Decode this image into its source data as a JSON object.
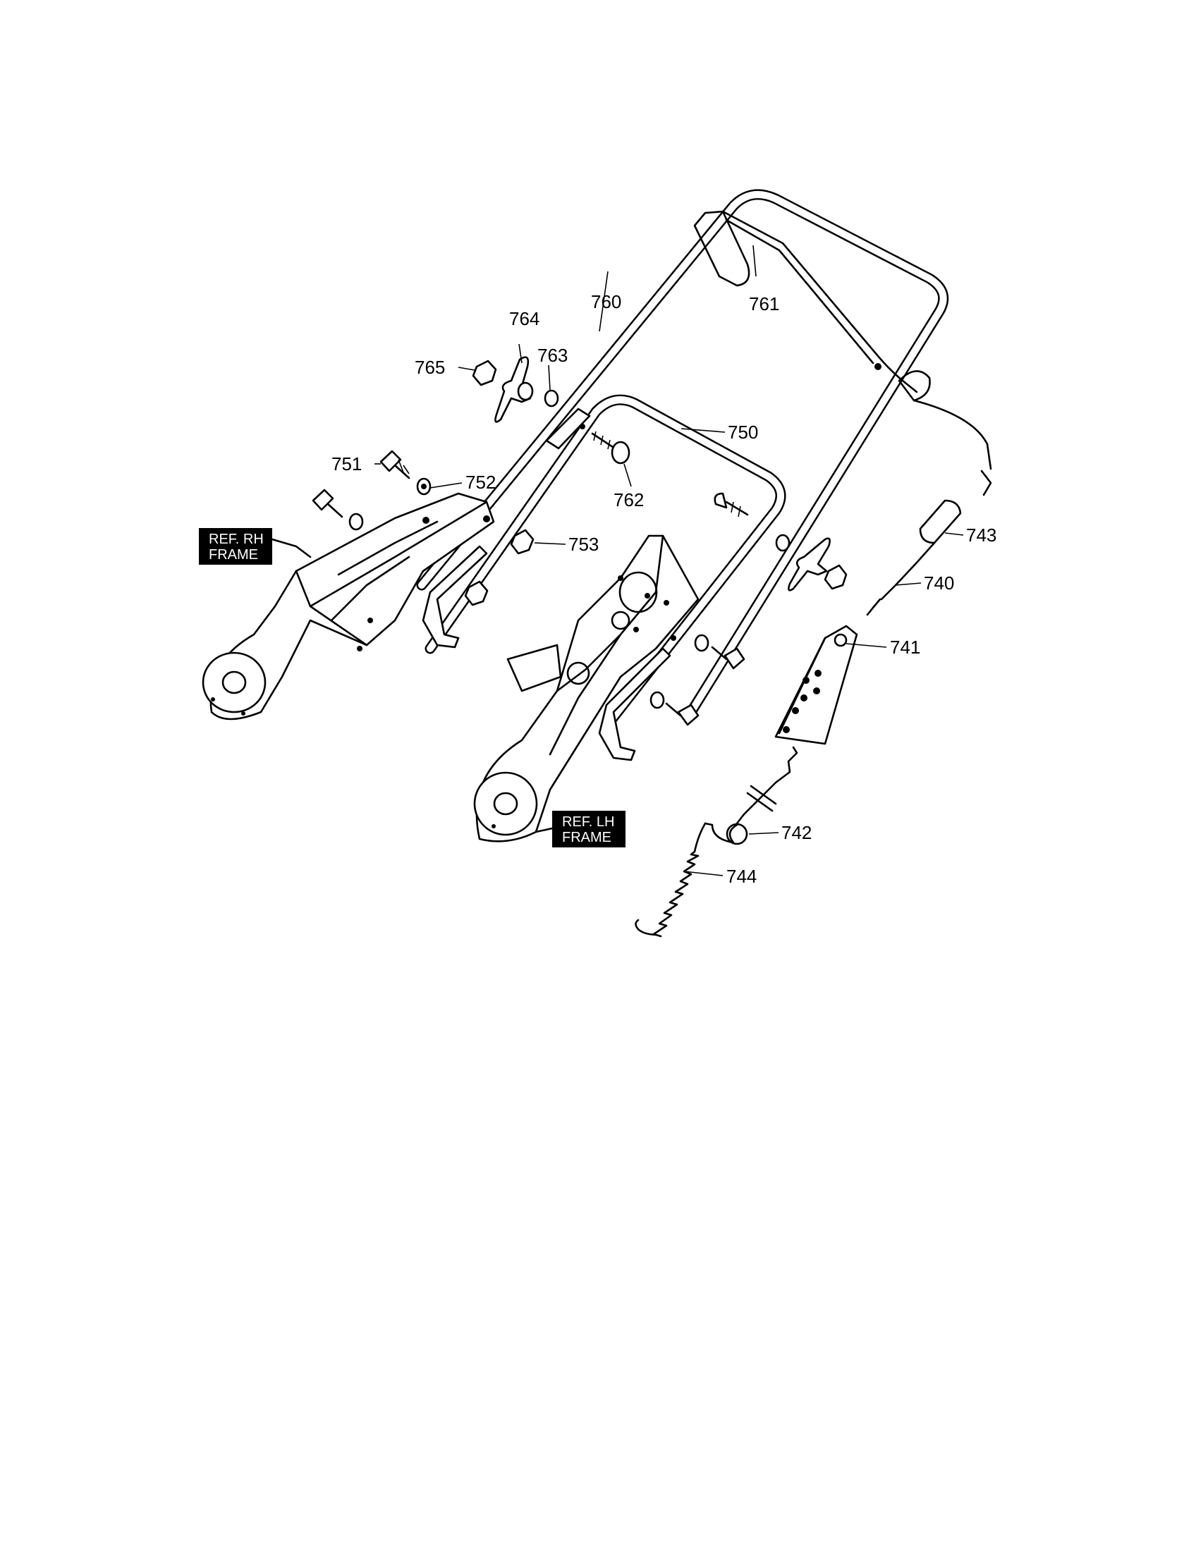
{
  "diagram": {
    "part_labels": [
      {
        "id": "p760",
        "text": "760"
      },
      {
        "id": "p761",
        "text": "761"
      },
      {
        "id": "p764",
        "text": "764"
      },
      {
        "id": "p763",
        "text": "763"
      },
      {
        "id": "p765",
        "text": "765"
      },
      {
        "id": "p750",
        "text": "750"
      },
      {
        "id": "p751",
        "text": "751"
      },
      {
        "id": "p752",
        "text": "752"
      },
      {
        "id": "p762",
        "text": "762"
      },
      {
        "id": "p753",
        "text": "753"
      },
      {
        "id": "p743",
        "text": "743"
      },
      {
        "id": "p740",
        "text": "740"
      },
      {
        "id": "p741",
        "text": "741"
      },
      {
        "id": "p742",
        "text": "742"
      },
      {
        "id": "p744",
        "text": "744"
      }
    ],
    "ref_rh": {
      "line1": "REF. RH",
      "line2": "FRAME"
    },
    "ref_lh": {
      "line1": "REF. LH",
      "line2": "FRAME"
    }
  }
}
